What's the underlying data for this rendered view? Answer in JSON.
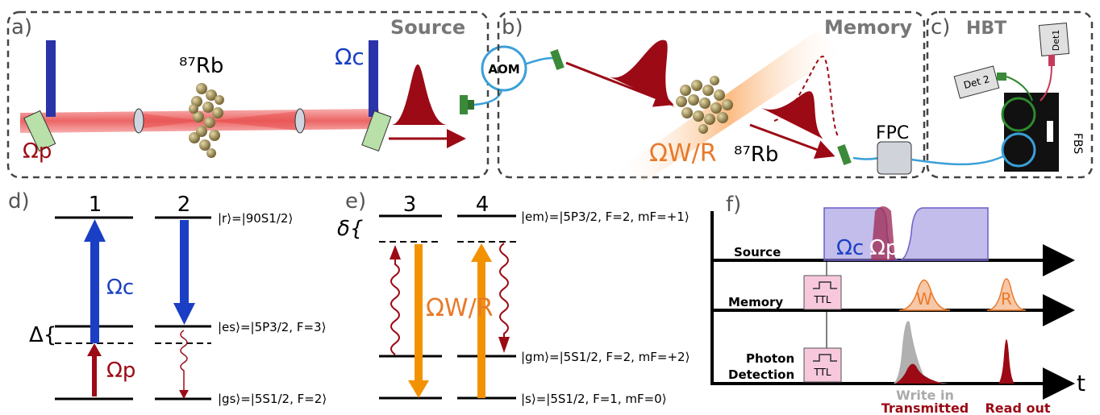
{
  "panels": {
    "a": {
      "letter": "a)",
      "title": "Source",
      "omega_c": "Ωc",
      "omega_p": "Ωp",
      "atom": "⁸⁷Rb"
    },
    "b": {
      "letter": "b)",
      "title": "Memory",
      "aom": "AOM",
      "omega_wr": "ΩW/R",
      "atom": "⁸⁷Rb",
      "fpc": "FPC"
    },
    "c": {
      "letter": "c)",
      "title": "HBT",
      "det1": "Det1",
      "det2": "Det 2",
      "fbs": "FBS"
    },
    "d": {
      "letter": "d)",
      "col1": "1",
      "col2": "2",
      "level_r": "|r⟩=|90S1/2⟩",
      "level_e": "|es⟩=|5P3/2, F=3⟩",
      "level_g": "|gs⟩=|5S1/2, F=2⟩",
      "delta": "Δ{",
      "omega_c": "Ωc",
      "omega_p": "Ωp"
    },
    "e": {
      "letter": "e)",
      "col3": "3",
      "col4": "4",
      "level_em": "|em⟩=|5P3/2, F=2, mF=+1⟩",
      "level_gm": "|gm⟩=|5S1/2, F=2, mF=+2⟩",
      "level_s": "|s⟩=|5S1/2, F=1, mF=0⟩",
      "delta": "δ{",
      "omega_wr": "ΩW/R"
    },
    "f": {
      "letter": "f)",
      "row_source": "Source",
      "row_memory": "Memory",
      "row_photon1": "Photon",
      "row_photon2": "Detection",
      "omega_c": "Ωc",
      "omega_p": "Ωp",
      "ttl": "TTL",
      "w": "W",
      "r": "R",
      "t": "t",
      "write_in": "Write in",
      "transmitted": "Transmitted",
      "read_out": "Read out"
    }
  },
  "colors": {
    "blue": "#1a3fc4",
    "red": "#9b0a15",
    "orange": "#f39200",
    "violet": "#8f86d8",
    "pink": "#f7c8dc"
  }
}
